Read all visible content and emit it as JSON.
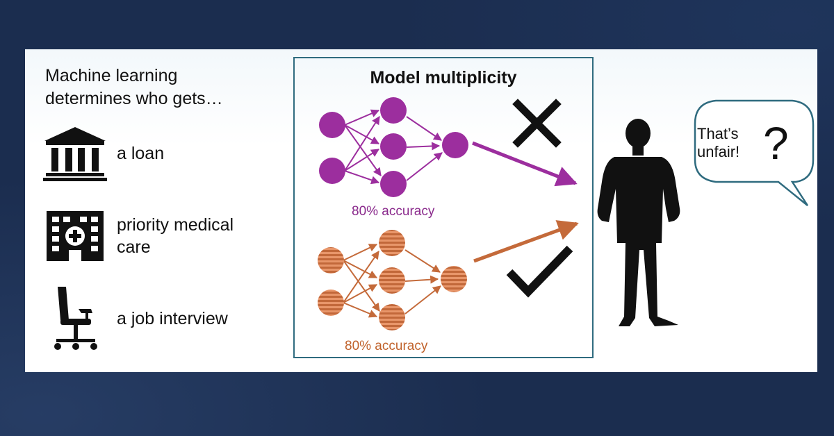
{
  "left": {
    "title_line1": "Machine learning",
    "title_line2": "determines who gets…",
    "items": [
      {
        "icon": "bank-icon",
        "label": "a loan"
      },
      {
        "icon": "hospital-icon",
        "label": "priority medical care"
      },
      {
        "icon": "office-chair-icon",
        "label": "a job interview"
      }
    ]
  },
  "multiplicity": {
    "title": "Model multiplicity",
    "model_top": {
      "accuracy": "80% accuracy",
      "color": "#9c2e9e",
      "outcome": "x-mark-icon"
    },
    "model_bottom": {
      "accuracy": "80% accuracy",
      "color": "#c46a3a",
      "outcome": "checkmark-icon"
    }
  },
  "person": {
    "icon": "person-silhouette-icon",
    "bubble_line1": "That’s",
    "bubble_line2": "unfair!",
    "bubble_mark": "?"
  },
  "colors": {
    "background": "#1b2d4f",
    "box_border": "#2f6b7f",
    "purple": "#9c2e9e",
    "orange": "#c46a3a"
  }
}
